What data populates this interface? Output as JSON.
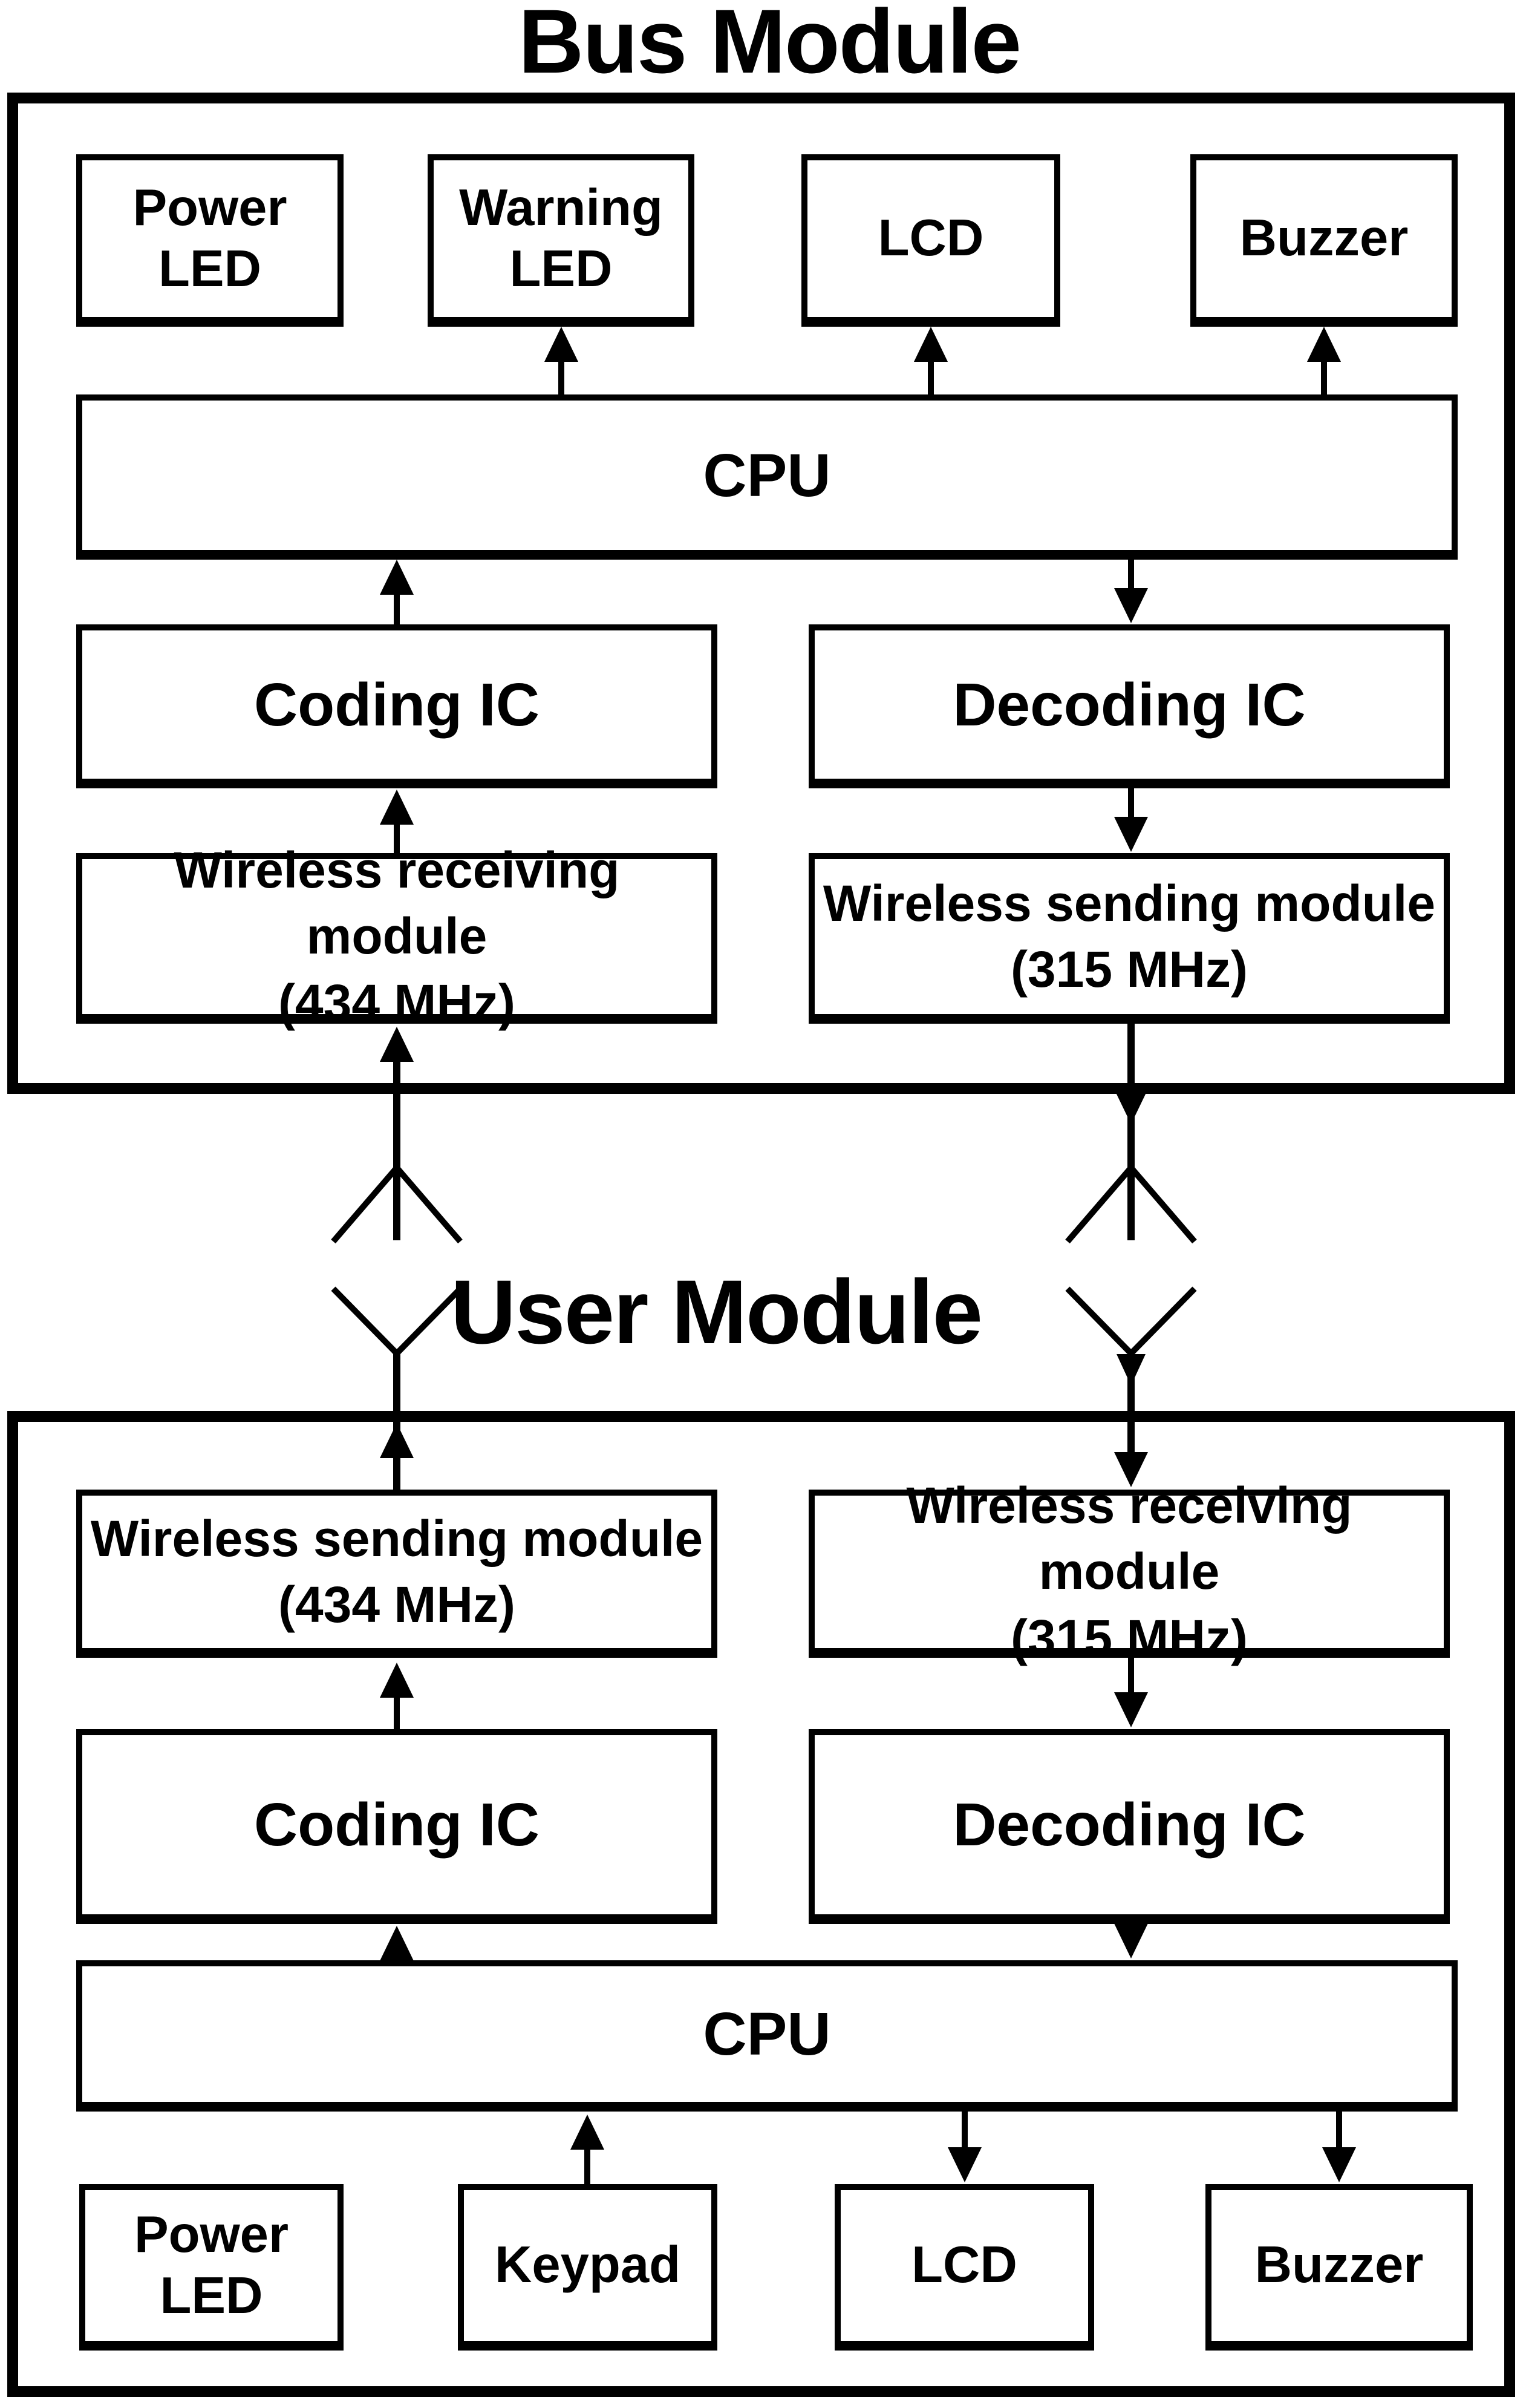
{
  "diagram": {
    "bus_module": {
      "title": "Bus Module",
      "power_led": "Power LED",
      "warning_led": "Warning LED",
      "lcd": "LCD",
      "buzzer": "Buzzer",
      "cpu": "CPU",
      "coding_ic": "Coding IC",
      "decoding_ic": "Decoding IC",
      "wireless_receiving_line1": "Wireless receiving module",
      "wireless_receiving_line2": "(434 MHz)",
      "wireless_sending_line1": "Wireless sending module",
      "wireless_sending_line2": "(315 MHz)"
    },
    "user_module": {
      "title": "User Module",
      "wireless_sending_line1": "Wireless sending module",
      "wireless_sending_line2": "(434 MHz)",
      "wireless_receiving_line1": "Wireless receiving module",
      "wireless_receiving_line2": "(315 MHz)",
      "coding_ic": "Coding IC",
      "decoding_ic": "Decoding IC",
      "cpu": "CPU",
      "power_led": "Power LED",
      "keypad": "Keypad",
      "lcd": "LCD",
      "buzzer": "Buzzer"
    },
    "colors": {
      "line": "#000000",
      "background": "#ffffff"
    }
  }
}
